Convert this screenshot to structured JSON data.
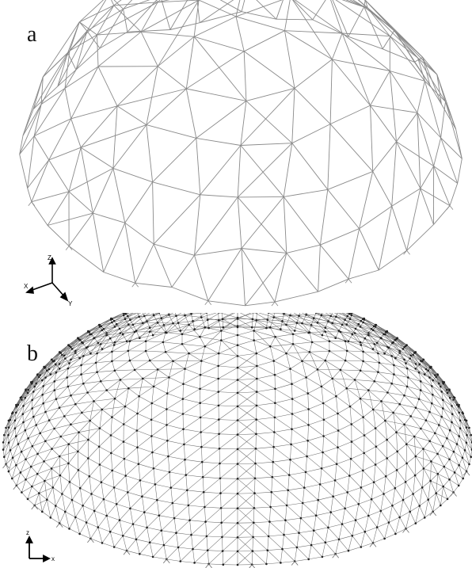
{
  "figure": {
    "panels": [
      {
        "label": "a",
        "axes": [
          "Z",
          "X",
          "Y"
        ],
        "style": "coarse-irregular-wireframe"
      },
      {
        "label": "b",
        "axes": [
          "z",
          "x"
        ],
        "style": "dense-geodesic-wireframe-with-nodes"
      }
    ]
  },
  "colors": {
    "line": "#8a8a8a",
    "dense_line": "#6e6e6e",
    "node": "#222222",
    "axis": "#000000",
    "background": "#ffffff"
  }
}
